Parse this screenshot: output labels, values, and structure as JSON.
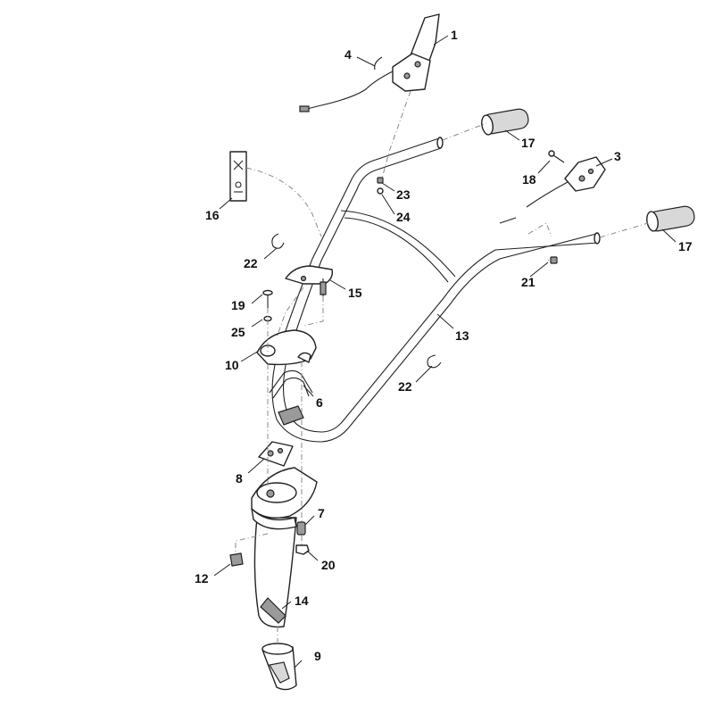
{
  "diagram": {
    "callouts": [
      {
        "id": "1",
        "label": "1"
      },
      {
        "id": "3",
        "label": "3"
      },
      {
        "id": "4",
        "label": "4"
      },
      {
        "id": "6",
        "label": "6"
      },
      {
        "id": "7",
        "label": "7"
      },
      {
        "id": "8",
        "label": "8"
      },
      {
        "id": "9",
        "label": "9"
      },
      {
        "id": "10",
        "label": "10"
      },
      {
        "id": "12",
        "label": "12"
      },
      {
        "id": "13",
        "label": "13"
      },
      {
        "id": "14",
        "label": "14"
      },
      {
        "id": "15",
        "label": "15"
      },
      {
        "id": "16",
        "label": "16"
      },
      {
        "id": "17a",
        "label": "17"
      },
      {
        "id": "17b",
        "label": "17"
      },
      {
        "id": "18",
        "label": "18"
      },
      {
        "id": "19",
        "label": "19"
      },
      {
        "id": "20",
        "label": "20"
      },
      {
        "id": "21",
        "label": "21"
      },
      {
        "id": "22a",
        "label": "22"
      },
      {
        "id": "22b",
        "label": "22"
      },
      {
        "id": "23",
        "label": "23"
      },
      {
        "id": "24",
        "label": "24"
      },
      {
        "id": "25",
        "label": "25"
      }
    ],
    "colors": {
      "line": "#222222",
      "background": "#ffffff",
      "shade": "#9a9a9a"
    }
  }
}
